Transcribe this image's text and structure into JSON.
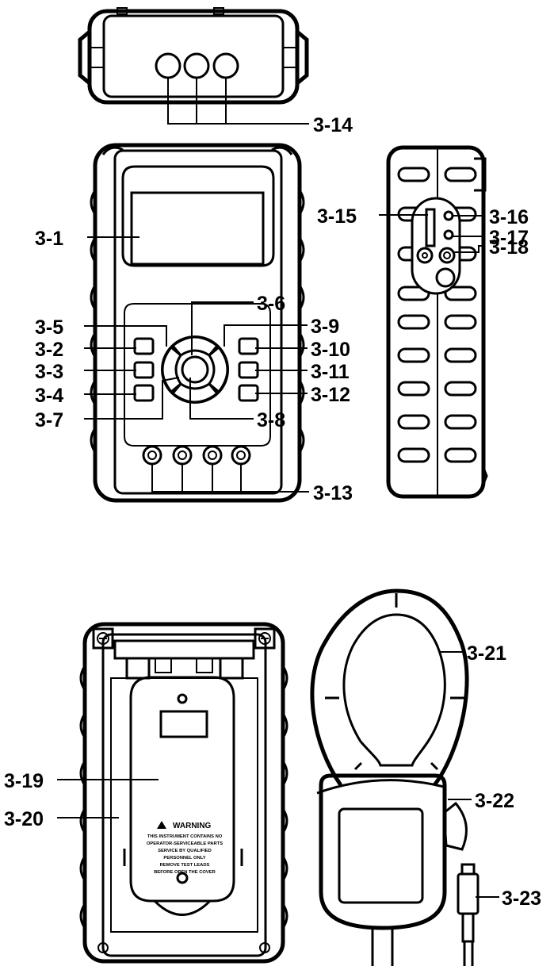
{
  "labels": {
    "l3_1": "3-1",
    "l3_2": "3-2",
    "l3_3": "3-3",
    "l3_4": "3-4",
    "l3_5": "3-5",
    "l3_6": "3-6",
    "l3_7": "3-7",
    "l3_8": "3-8",
    "l3_9": "3-9",
    "l3_10": "3-10",
    "l3_11": "3-11",
    "l3_12": "3-12",
    "l3_13": "3-13",
    "l3_14": "3-14",
    "l3_15": "3-15",
    "l3_16": "3-16",
    "l3_17": "3-17",
    "l3_18": "3-18",
    "l3_19": "3-19",
    "l3_20": "3-20",
    "l3_21": "3-21",
    "l3_22": "3-22",
    "l3_23": "3-23"
  },
  "warning": {
    "title": "WARNING",
    "line1": "THIS INSTRUMENT CONTAINS NO",
    "line2": "OPERATOR-SERVICEABLE PARTS",
    "line3": "SERVICE BY QUALIFIED",
    "line4": "PERSONNEL ONLY",
    "line5": "REMOVE TEST LEADS",
    "line6": "BEFORE OPEN THE COVER"
  }
}
